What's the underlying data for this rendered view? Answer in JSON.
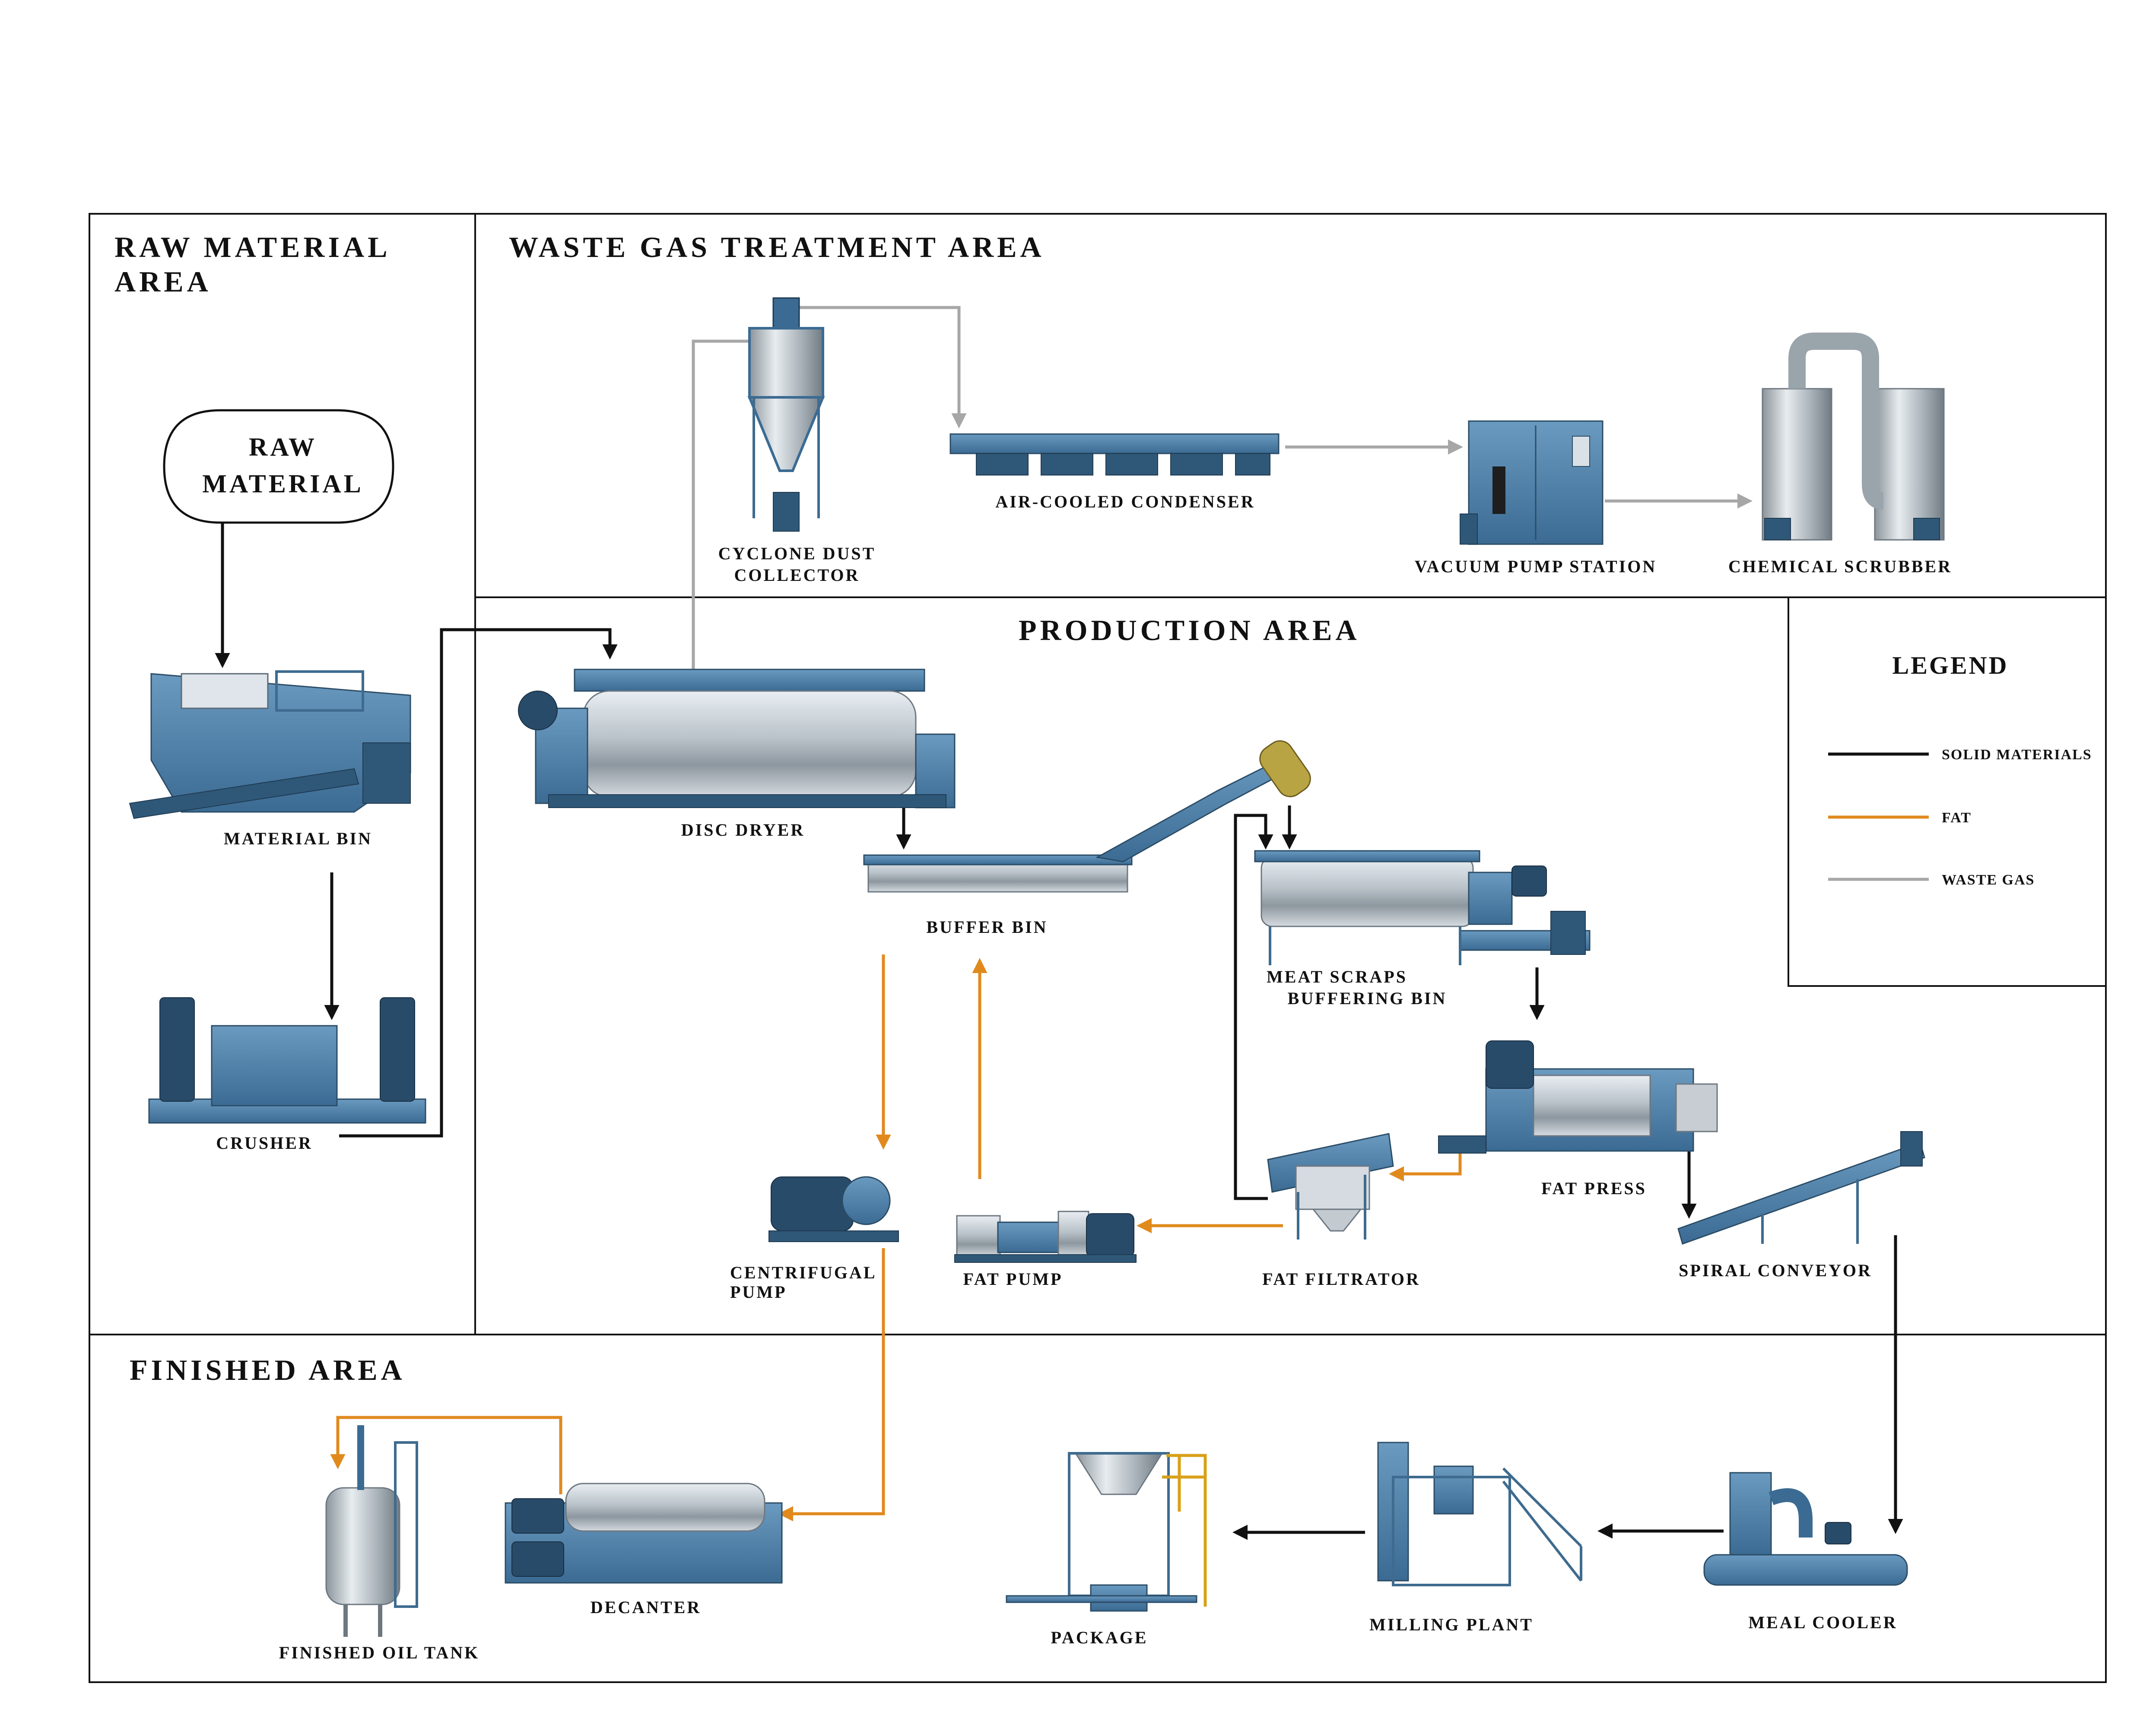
{
  "areas": {
    "raw_material": [
      "RAW MATERIAL",
      "AREA"
    ],
    "waste_gas": "WASTE GAS TREATMENT AREA",
    "production": "PRODUCTION AREA",
    "finished": "FINISHED AREA"
  },
  "start_node": [
    "RAW",
    "MATERIAL"
  ],
  "equipment": {
    "material_bin": "MATERIAL BIN",
    "crusher": "CRUSHER",
    "cyclone": [
      "CYCLONE DUST",
      "COLLECTOR"
    ],
    "condenser": "AIR-COOLED CONDENSER",
    "vacuum_pump": "VACUUM PUMP STATION",
    "scrubber": "CHEMICAL SCRUBBER",
    "disc_dryer": "DISC DRYER",
    "buffer_bin": "BUFFER BIN",
    "meat_scraps": [
      "MEAT SCRAPS",
      "BUFFERING BIN"
    ],
    "fat_press": "FAT  PRESS",
    "centrifugal_pump": [
      "CENTRIFUGAL",
      "PUMP"
    ],
    "fat_pump": "FAT PUMP",
    "fat_filtrator": "FAT FILTRATOR",
    "spiral_conveyor": "SPIRAL CONVEYOR",
    "finished_oil_tank": "FINISHED OIL TANK",
    "decanter": "DECANTER",
    "package": "PACKAGE",
    "milling_plant": "MILLING PLANT",
    "meal_cooler": "MEAL COOLER"
  },
  "legend": {
    "title": "LEGEND",
    "items": [
      {
        "label": "SOLID MATERIALS",
        "color": "#111111"
      },
      {
        "label": "FAT",
        "color": "#e08a1e"
      },
      {
        "label": "WASTE GAS",
        "color": "#a7a7a7"
      }
    ]
  }
}
